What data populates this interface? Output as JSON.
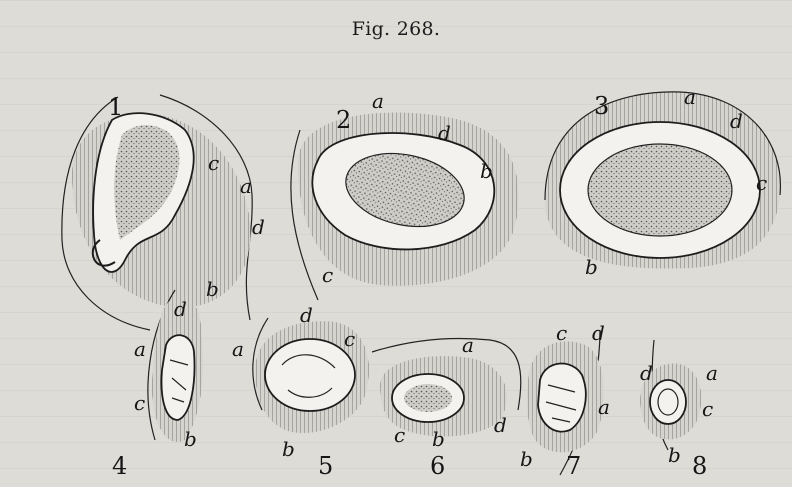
{
  "figure": {
    "title": "Fig. 268."
  },
  "panels": [
    {
      "number": "1",
      "labels": [
        "a",
        "b",
        "c",
        "d"
      ]
    },
    {
      "number": "2",
      "labels": [
        "a",
        "b",
        "c",
        "d"
      ]
    },
    {
      "number": "3",
      "labels": [
        "a",
        "b",
        "c",
        "d"
      ]
    },
    {
      "number": "4",
      "labels": [
        "a",
        "b",
        "c",
        "d"
      ]
    },
    {
      "number": "5",
      "labels": [
        "a",
        "b",
        "c",
        "d"
      ]
    },
    {
      "number": "6",
      "labels": [
        "a",
        "b",
        "c",
        "d"
      ]
    },
    {
      "number": "7",
      "labels": [
        "a",
        "b",
        "c",
        "d"
      ]
    },
    {
      "number": "8",
      "labels": [
        "a",
        "b",
        "c",
        "d"
      ]
    }
  ]
}
